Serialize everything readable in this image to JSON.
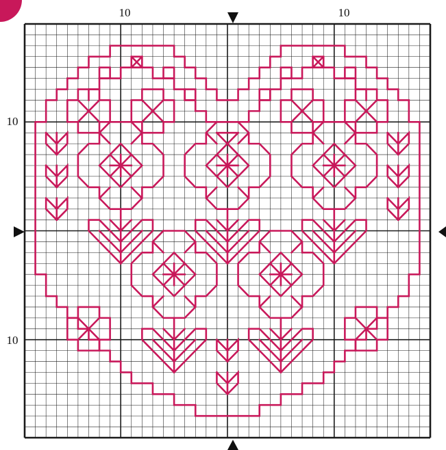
{
  "pattern": {
    "grid_cells": 38,
    "major_every": 10,
    "thread_color": "#c8185a",
    "grid_color": "#1a1a1a",
    "background": "#ffffff",
    "corner_badge_color": "#c8185a"
  },
  "labels": {
    "top_left": "10",
    "top_right": "10",
    "left_upper": "10",
    "left_lower": "10"
  },
  "center_markers": [
    "arrow-top",
    "arrow-bottom",
    "arrow-left",
    "arrow-right"
  ]
}
